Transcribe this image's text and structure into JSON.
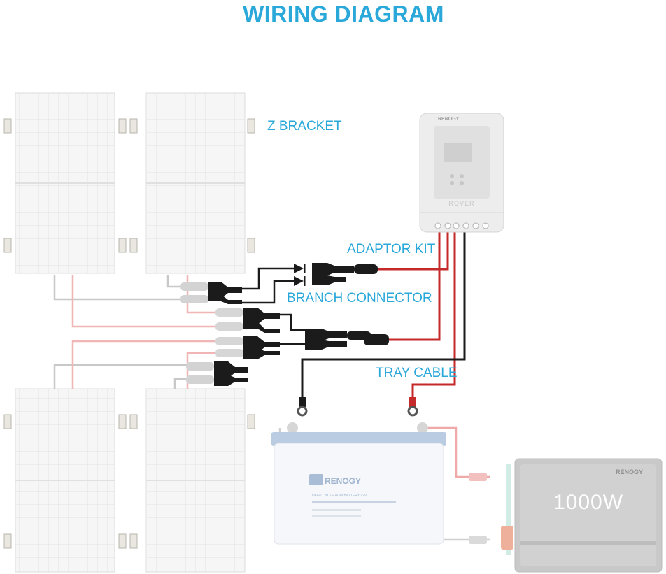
{
  "title": "WIRING DIAGRAM",
  "labels": {
    "z_bracket": "Z BRACKET",
    "adaptor_kit": "ADAPTOR KIT",
    "branch_connector": "BRANCH CONNECTOR",
    "tray_cable": "TRAY CABLE"
  },
  "controller": {
    "brand": "RENOGY",
    "model": "ROVER"
  },
  "battery": {
    "brand": "RENOGY",
    "model": "DEEP CYCLE AGM BATTERY 12V"
  },
  "inverter": {
    "brand": "RENOGY",
    "rating": "1000W"
  },
  "colors": {
    "accent": "#2aa8d9",
    "positive_wire": "#c42a2a",
    "negative_wire": "#1a1a1a",
    "faded_positive": "#f0b5b5",
    "faded_negative": "#c8c8c8"
  }
}
